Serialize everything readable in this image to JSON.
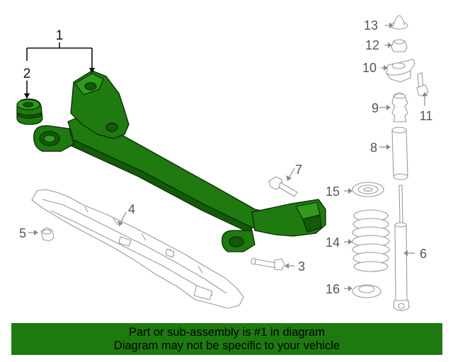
{
  "callouts": {
    "c1": "1",
    "c2": "2",
    "c3": "3",
    "c4": "4",
    "c5": "5",
    "c6": "6",
    "c7": "7",
    "c8": "8",
    "c9": "9",
    "c10": "10",
    "c11": "11",
    "c12": "12",
    "c13": "13",
    "c14": "14",
    "c15": "15",
    "c16": "16"
  },
  "banner": {
    "line1": "Part or sub-assembly is #1 in diagram",
    "line2": "Diagram may not be specific to your vehicle"
  },
  "colors": {
    "highlight": "#1f7a10",
    "banner_bg": "#1e7a0f",
    "ghost_outline": "#9a9a9a"
  }
}
